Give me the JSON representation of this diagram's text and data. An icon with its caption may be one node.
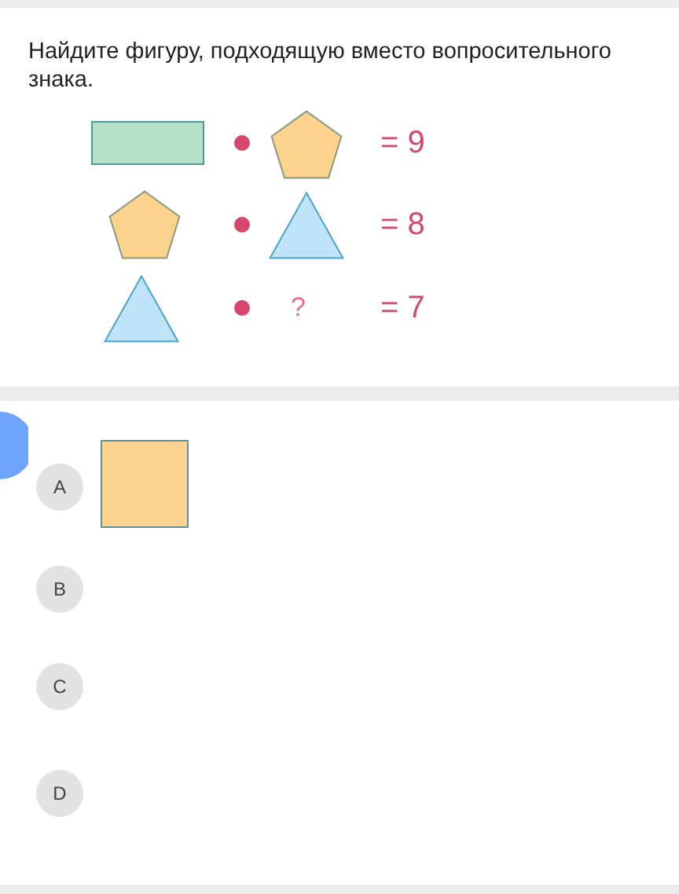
{
  "diagram": {
    "title": "Найдите фигуру, подходящую вместо вопросительного знака.",
    "nodes": [
      {
        "text": [
          "A"
        ]
      },
      {
        "text": [
          "B"
        ]
      },
      {
        "text": [
          "C"
        ]
      },
      {
        "text": [
          "D"
        ]
      }
    ],
    "labels": [
      "= 9",
      "= 8",
      "?",
      "= 7"
    ]
  }
}
